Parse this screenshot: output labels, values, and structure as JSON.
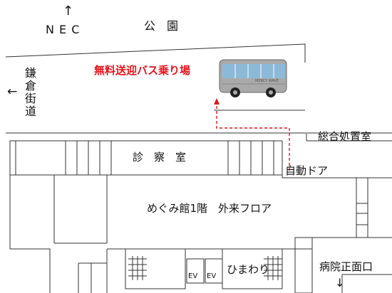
{
  "north": {
    "arrow": "↑",
    "label": "N E C"
  },
  "labels": {
    "park": "公　園",
    "bus_stop": "無料送迎バス乗り場",
    "road_arrow": "←",
    "road": "鎌倉街道",
    "reception_room": "総合処置室",
    "exam_room": "診　察　室",
    "auto_door": "自動ドア",
    "floor": "めぐみ館1階　外来フロア",
    "ev1": "EV",
    "ev2": "EV",
    "himawari": "ひまわり",
    "main_entrance": "病院正面口",
    "down_arrow": "↓",
    "bus_sign": "MERCY WAVE"
  },
  "colors": {
    "accent_red": "#e8141c",
    "bus_body": "#a9a9a9",
    "bus_window": "#8db9d8",
    "line": "#333333"
  }
}
